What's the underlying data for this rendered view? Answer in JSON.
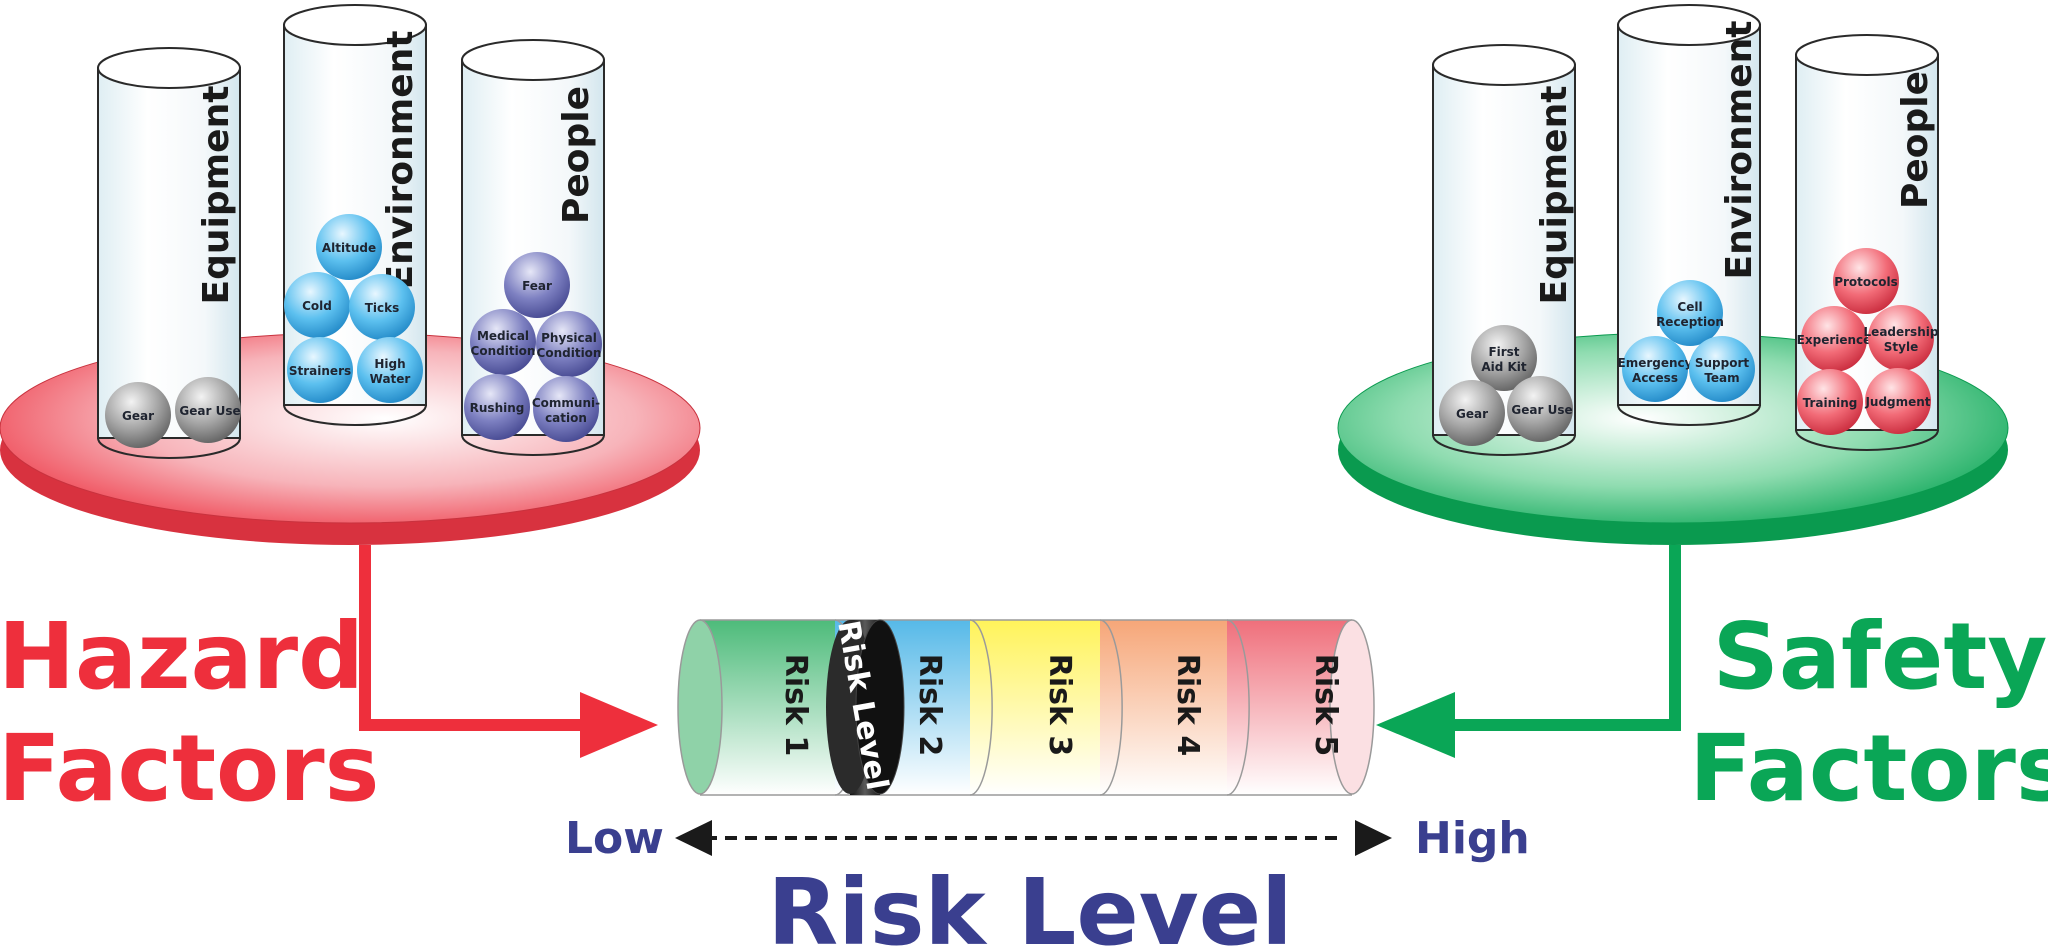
{
  "hazard": {
    "title_line1": "Hazard",
    "title_line2": "Factors",
    "color": "#ee2f3c",
    "cylinders": [
      {
        "label": "Equipment",
        "balls": [
          "Gear",
          "Gear Use"
        ]
      },
      {
        "label": "Environment",
        "balls": [
          "Altitude",
          "Cold",
          "Ticks",
          "Strainers",
          "High Water"
        ]
      },
      {
        "label": "People",
        "balls": [
          "Fear",
          "Medical Condition",
          "Physical Condition",
          "Rushing",
          "Communi-cation"
        ]
      }
    ]
  },
  "safety": {
    "title_line1": "Safety",
    "title_line2": "Factors",
    "color": "#0aa656",
    "cylinders": [
      {
        "label": "Equipment",
        "balls": [
          "First Aid Kit",
          "Gear",
          "Gear Use"
        ]
      },
      {
        "label": "Environment",
        "balls": [
          "Cell Reception",
          "Emergency Access",
          "Support Team"
        ]
      },
      {
        "label": "People",
        "balls": [
          "Protocols",
          "Experience",
          "Leadership Style",
          "Training",
          "Judgment"
        ]
      }
    ]
  },
  "risk_bar": {
    "segments": [
      "Risk 1",
      "Risk 2",
      "Risk 3",
      "Risk 4",
      "Risk 5"
    ],
    "knob_label": "Risk Level"
  },
  "scale": {
    "low": "Low",
    "high": "High",
    "title": "Risk Level"
  },
  "colors": {
    "gray_ball": "#9a9a9a",
    "blue_ball": "#4fb6ea",
    "purple_ball": "#6f72b8",
    "red_ball": "#ef5d6b",
    "scale_text": "#3a3f8f"
  }
}
